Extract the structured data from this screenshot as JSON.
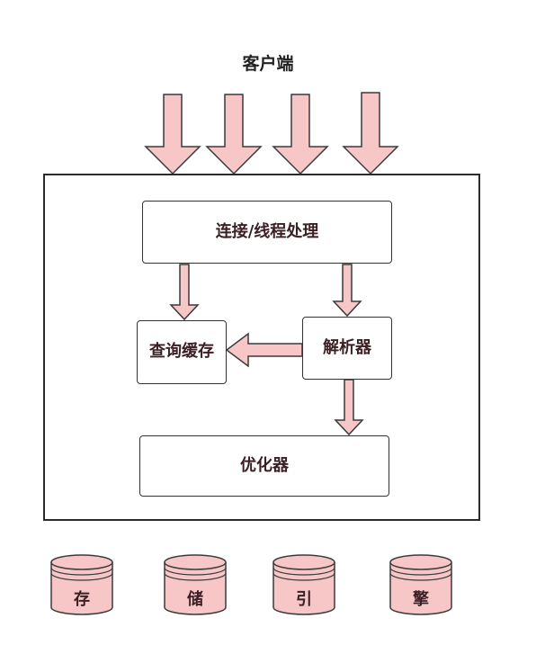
{
  "title": "客户端",
  "colors": {
    "arrow_fill": "#f7c6c6",
    "arrow_stroke": "#3a3a3a",
    "cylinder_fill": "#f7c6c6",
    "border": "#2b2b2b"
  },
  "nodes": {
    "connection": "连接/线程处理",
    "cache": "查询缓存",
    "parser": "解析器",
    "optimizer": "优化器"
  },
  "storage": [
    "存",
    "储",
    "引",
    "擎"
  ]
}
